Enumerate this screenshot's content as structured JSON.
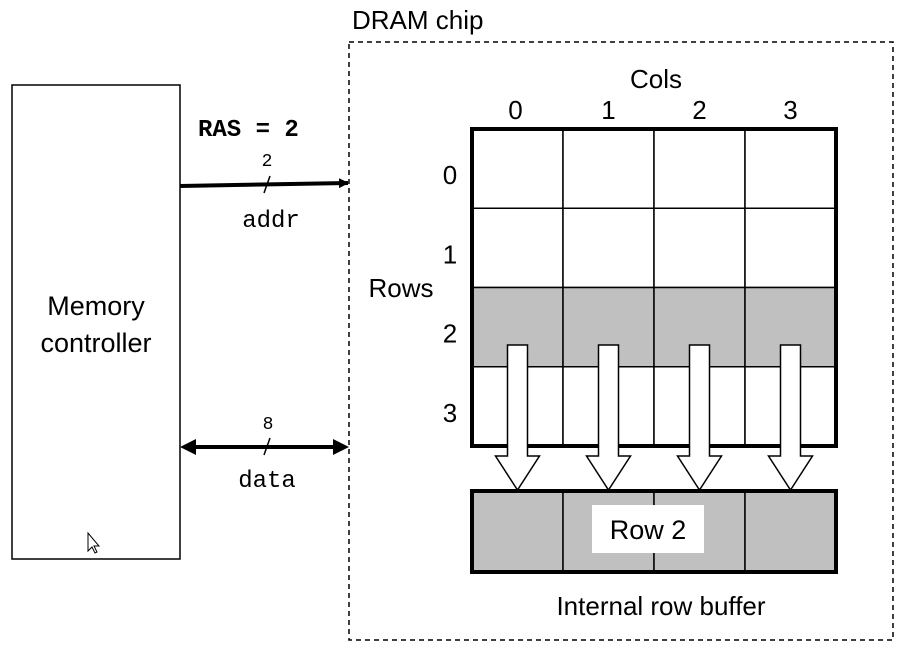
{
  "memory_controller": {
    "label_line1": "Memory",
    "label_line2": "controller"
  },
  "dram": {
    "title": "DRAM chip",
    "cols_label": "Cols",
    "rows_label": "Rows",
    "col_indices": [
      "0",
      "1",
      "2",
      "3"
    ],
    "row_indices": [
      "0",
      "1",
      "2",
      "3"
    ],
    "selected_row": 2,
    "row_buffer_label": "Row 2",
    "row_buffer_caption": "Internal row buffer"
  },
  "signals": {
    "ras": "RAS = 2",
    "addr_width": "2",
    "addr_label": "addr",
    "data_width": "8",
    "data_label": "data"
  },
  "colors": {
    "line": "#000000",
    "selected_fill": "#c0c0c0",
    "background": "#ffffff"
  }
}
